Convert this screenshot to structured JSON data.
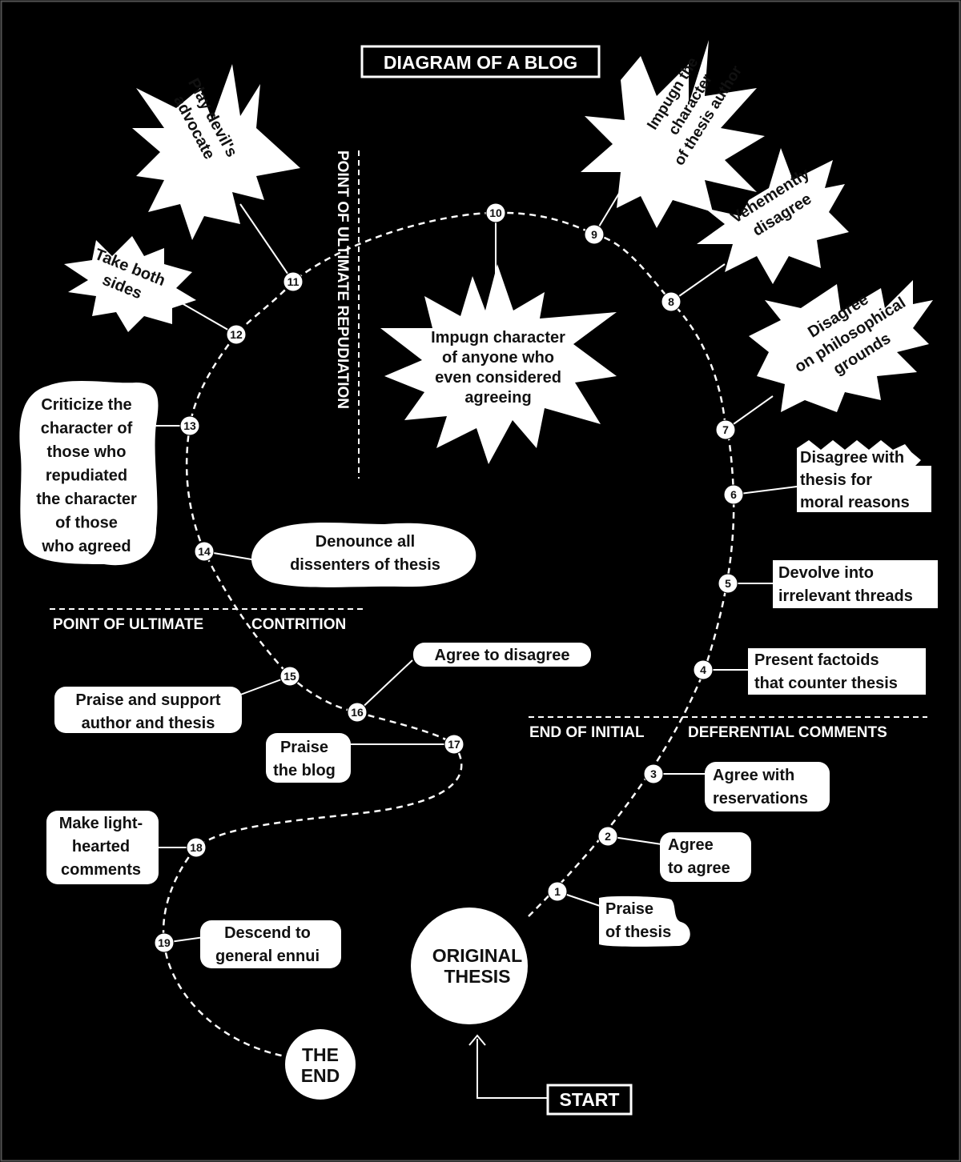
{
  "title": "DIAGRAM OF A BLOG",
  "start": {
    "thesis_lines": [
      "ORIGINAL",
      "THESIS"
    ],
    "start_label": "START",
    "end_lines": [
      "THE",
      "END"
    ]
  },
  "dividers": {
    "repudiation": "POINT OF ULTIMATE REPUDIATION",
    "contrition_left": "POINT OF ULTIMATE",
    "contrition_right": "CONTRITION",
    "deferential_left": "END OF INITIAL",
    "deferential_right": "DEFERENTIAL COMMENTS"
  },
  "steps": [
    {
      "n": "1",
      "lines": [
        "Praise",
        "of thesis"
      ]
    },
    {
      "n": "2",
      "lines": [
        "Agree",
        "to agree"
      ]
    },
    {
      "n": "3",
      "lines": [
        "Agree with",
        "reservations"
      ]
    },
    {
      "n": "4",
      "lines": [
        "Present factoids",
        "that counter thesis"
      ]
    },
    {
      "n": "5",
      "lines": [
        "Devolve into",
        "irrelevant threads"
      ]
    },
    {
      "n": "6",
      "lines": [
        "Disagree with",
        "thesis for",
        "moral reasons"
      ]
    },
    {
      "n": "7",
      "lines": [
        "Disagree",
        "on philosophical",
        "grounds"
      ]
    },
    {
      "n": "8",
      "lines": [
        "Vehemently",
        "disagree"
      ]
    },
    {
      "n": "9",
      "lines": [
        "Impugn the",
        "character",
        "of thesis author"
      ]
    },
    {
      "n": "10",
      "lines": [
        "Impugn character",
        "of anyone who",
        "even considered",
        "agreeing"
      ]
    },
    {
      "n": "11",
      "lines": [
        "Play devil's",
        "advocate"
      ]
    },
    {
      "n": "12",
      "lines": [
        "Take both",
        "sides"
      ]
    },
    {
      "n": "13",
      "lines": [
        "Criticize the",
        "character of",
        "those who",
        "repudiated",
        "the character",
        "of those",
        "who agreed"
      ]
    },
    {
      "n": "14",
      "lines": [
        "Denounce all",
        "dissenters of thesis"
      ]
    },
    {
      "n": "15",
      "lines": [
        "Praise and support",
        "author and thesis"
      ]
    },
    {
      "n": "16",
      "lines": [
        "Agree to disagree"
      ]
    },
    {
      "n": "17",
      "lines": [
        "Praise",
        "the blog"
      ]
    },
    {
      "n": "18",
      "lines": [
        "Make light-",
        "hearted",
        "comments"
      ]
    },
    {
      "n": "19",
      "lines": [
        "Descend to",
        "general ennui"
      ]
    }
  ]
}
